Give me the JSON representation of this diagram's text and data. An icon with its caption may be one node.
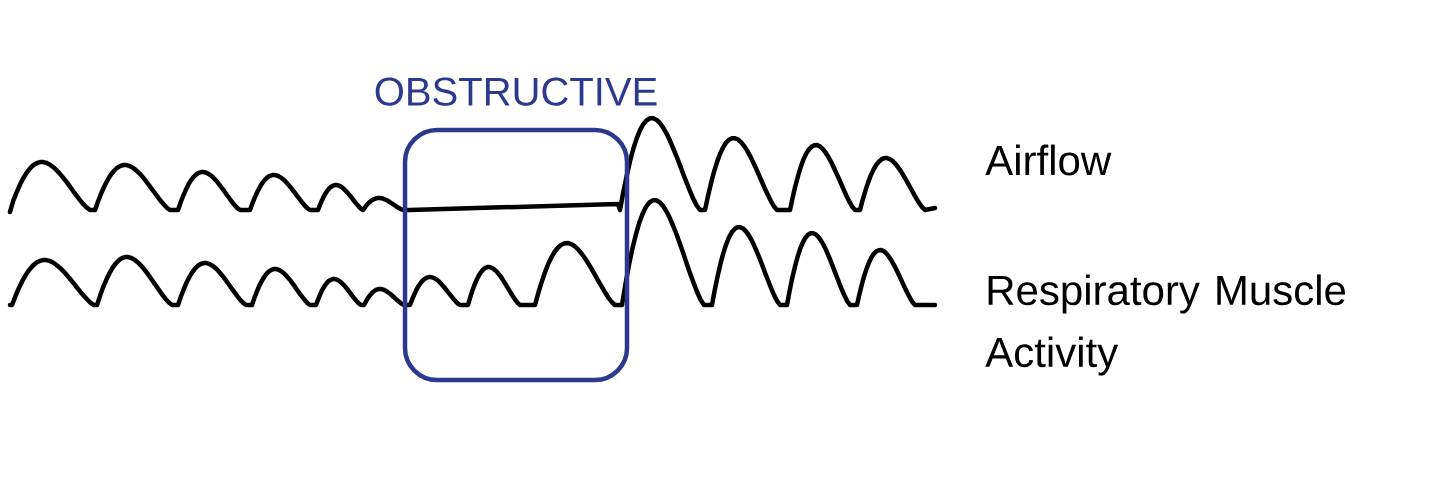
{
  "diagram": {
    "nodes": [
      {
        "text": [
          "OBSTRUCTIVE"
        ]
      }
    ],
    "labels": [
      "Airflow",
      "Respiratory Muscle Activity"
    ]
  }
}
